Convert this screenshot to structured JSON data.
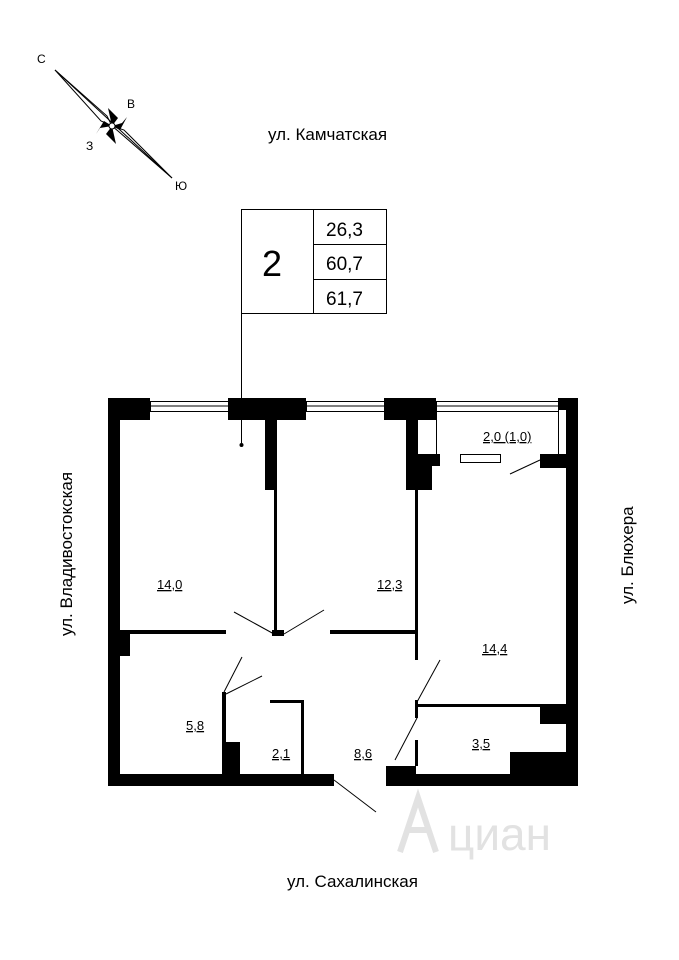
{
  "streets": {
    "north": "ул. Камчатская",
    "south": "ул. Сахалинская",
    "west": "ул. Владивостокская",
    "east": "ул. Блюхера"
  },
  "compass": {
    "n": "С",
    "e": "В",
    "w": "З",
    "s": "Ю"
  },
  "info_box": {
    "rooms": "2",
    "living_area": "26,3",
    "total_area": "60,7",
    "total_with_balcony": "61,7"
  },
  "rooms": {
    "room_left": "14,0",
    "room_middle": "12,3",
    "room_right": "14,4",
    "balcony": "2,0 (1,0)",
    "kitchen_small": "5,8",
    "wc": "2,1",
    "hall": "8,6",
    "bathroom": "3,5"
  },
  "watermark": "циан",
  "colors": {
    "walls": "#000000",
    "watermark": "#e2e2e2"
  }
}
